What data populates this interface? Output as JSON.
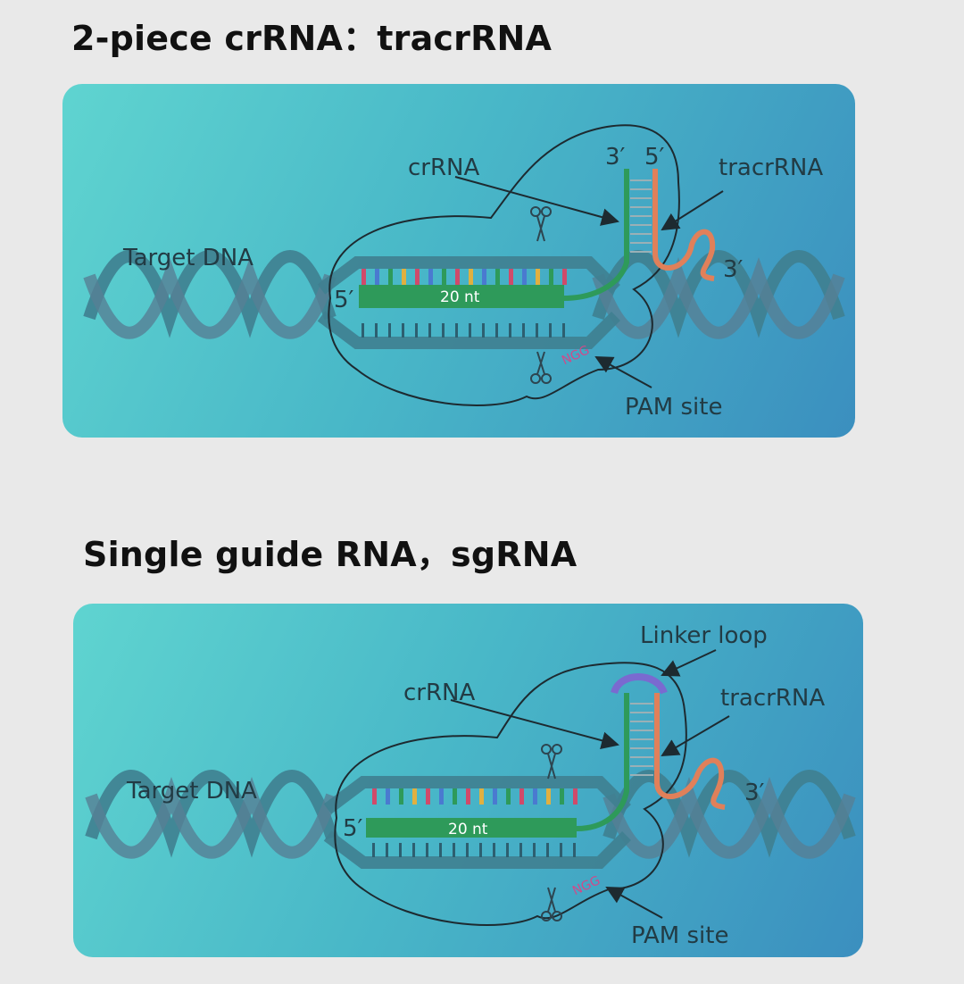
{
  "headings": {
    "two_piece": "2-piece crRNA：tracrRNA",
    "single": "Single guide RNA，sgRNA"
  },
  "diagram1": {
    "target_dna": "Target DNA",
    "crrna": "crRNA",
    "tracrrna": "tracrRNA",
    "three_prime_top": "3′",
    "five_prime_top": "5′",
    "three_prime_tail": "3′",
    "five_prime_left": "5′",
    "nt": "20 nt",
    "pam_seq": "NGG",
    "pam_site": "PAM site"
  },
  "diagram2": {
    "linker_loop": "Linker loop",
    "target_dna": "Target DNA",
    "crrna": "crRNA",
    "tracrrna": "tracrRNA",
    "three_prime_tail": "3′",
    "five_prime_left": "5′",
    "nt": "20 nt",
    "pam_seq": "NGG",
    "pam_site": "PAM site"
  },
  "colors": {
    "crrna": "#2e9a5a",
    "tracrrna": "#e0805a",
    "linker": "#7a6ad0",
    "pam": "#d04a8a",
    "dna": "#3f7f90"
  }
}
